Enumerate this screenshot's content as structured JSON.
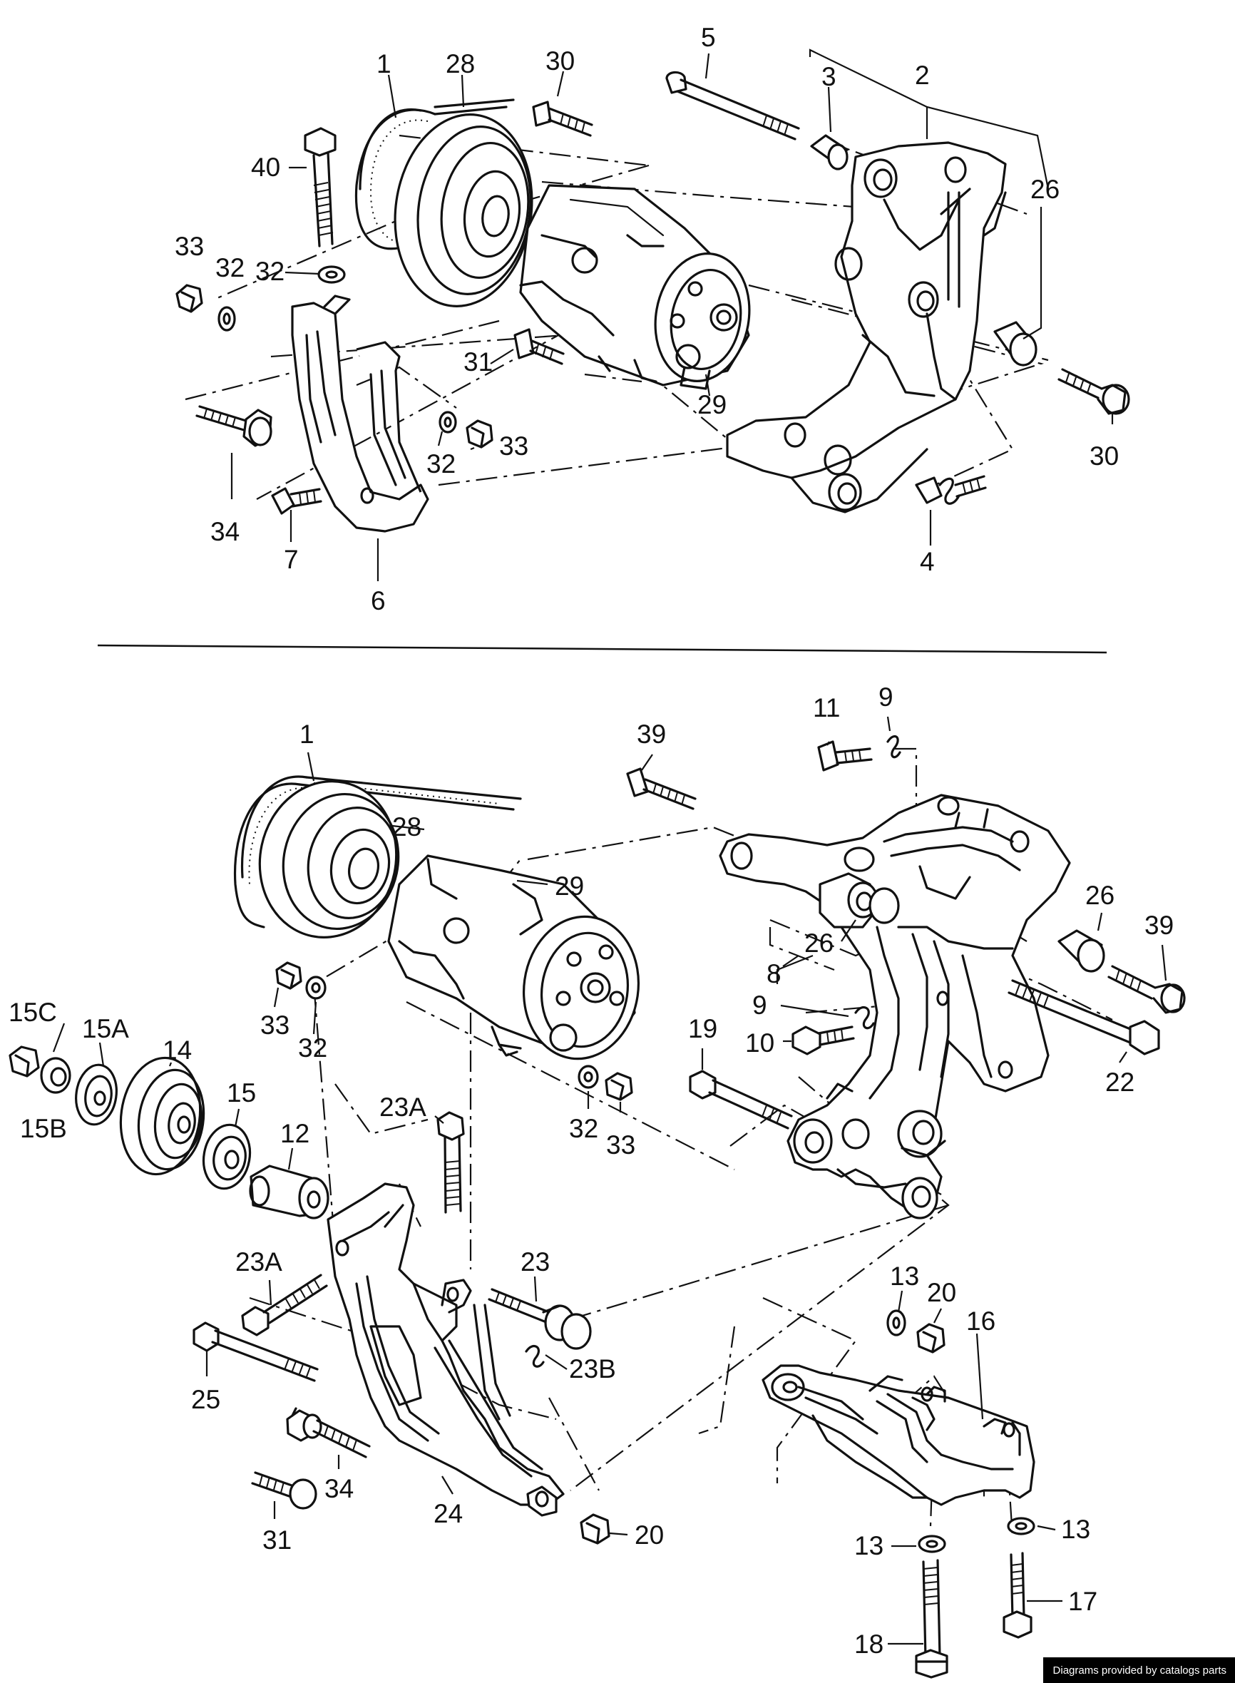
{
  "credit": "Diagrams provided by catalogs parts",
  "callouts": {
    "upper": [
      "1",
      "28",
      "30",
      "5",
      "3",
      "2",
      "26",
      "40",
      "33",
      "32",
      "32",
      "31",
      "29",
      "30",
      "34",
      "7",
      "6",
      "32",
      "33",
      "4"
    ],
    "lower": [
      "1",
      "28",
      "29",
      "39",
      "11",
      "9",
      "26",
      "26",
      "39",
      "8",
      "9",
      "10",
      "22",
      "19",
      "33",
      "32",
      "15C",
      "15A",
      "14",
      "15",
      "12",
      "15B",
      "32",
      "33",
      "23A",
      "23",
      "23A",
      "23B",
      "25",
      "34",
      "31",
      "24",
      "20",
      "13",
      "20",
      "16",
      "13",
      "13",
      "17",
      "18"
    ]
  }
}
